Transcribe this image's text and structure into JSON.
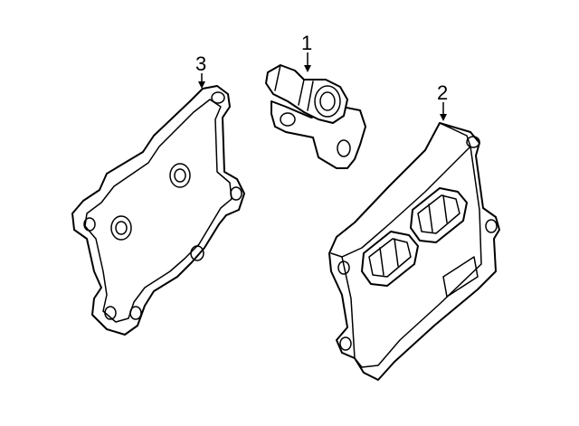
{
  "callouts": {
    "part1": "1",
    "part2": "2",
    "part3": "3"
  }
}
